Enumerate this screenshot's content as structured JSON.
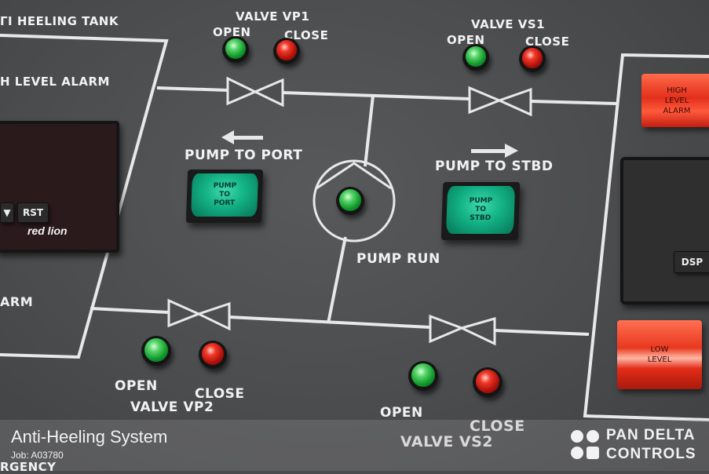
{
  "panel": {
    "title_partial": "ΓI HEELING TANK",
    "left_labels": {
      "high_level_alarm": "H LEVEL ALARM",
      "alarm": "ARM",
      "emergency": "RGENCY"
    },
    "valve_vp1": {
      "name": "VALVE VP1",
      "open": "OPEN",
      "close": "CLOSE"
    },
    "valve_vs1": {
      "name": "VALVE VS1",
      "open": "OPEN",
      "close": "CLOSE"
    },
    "valve_vp2": {
      "name": "VALVE VP2",
      "open": "OPEN",
      "close": "CLOSE"
    },
    "valve_vs2": {
      "name": "VALVE VS2",
      "open": "OPEN",
      "close": "CLOSE"
    },
    "pump_to_port": {
      "label": "PUMP TO PORT",
      "button_lines": [
        "PUMP",
        "TO",
        "PORT"
      ]
    },
    "pump_to_stbd": {
      "label": "PUMP TO STBD",
      "button_lines": [
        "PUMP",
        "TO",
        "STBD"
      ]
    },
    "pump_run": {
      "label": "PUMP RUN"
    },
    "display_unit": {
      "rst": "RST",
      "brand": "red lion"
    },
    "right_panel": {
      "high_level_alarm_lines": [
        "HIGH",
        "LEVEL",
        "ALARM"
      ],
      "low_level_lines": [
        "LOW",
        "LEVEL"
      ],
      "dsp": "DSP"
    },
    "colors": {
      "panel": "#4b4c4e",
      "lines": "#e8e8e8",
      "green": "#129a2c",
      "red": "#b5120c",
      "alarm": "#e2301c"
    }
  },
  "footer": {
    "title": "Anti-Heeling System",
    "job": "Job: A03780",
    "company_line1": "PAN DELTA",
    "company_line2": "CONTROLS"
  }
}
